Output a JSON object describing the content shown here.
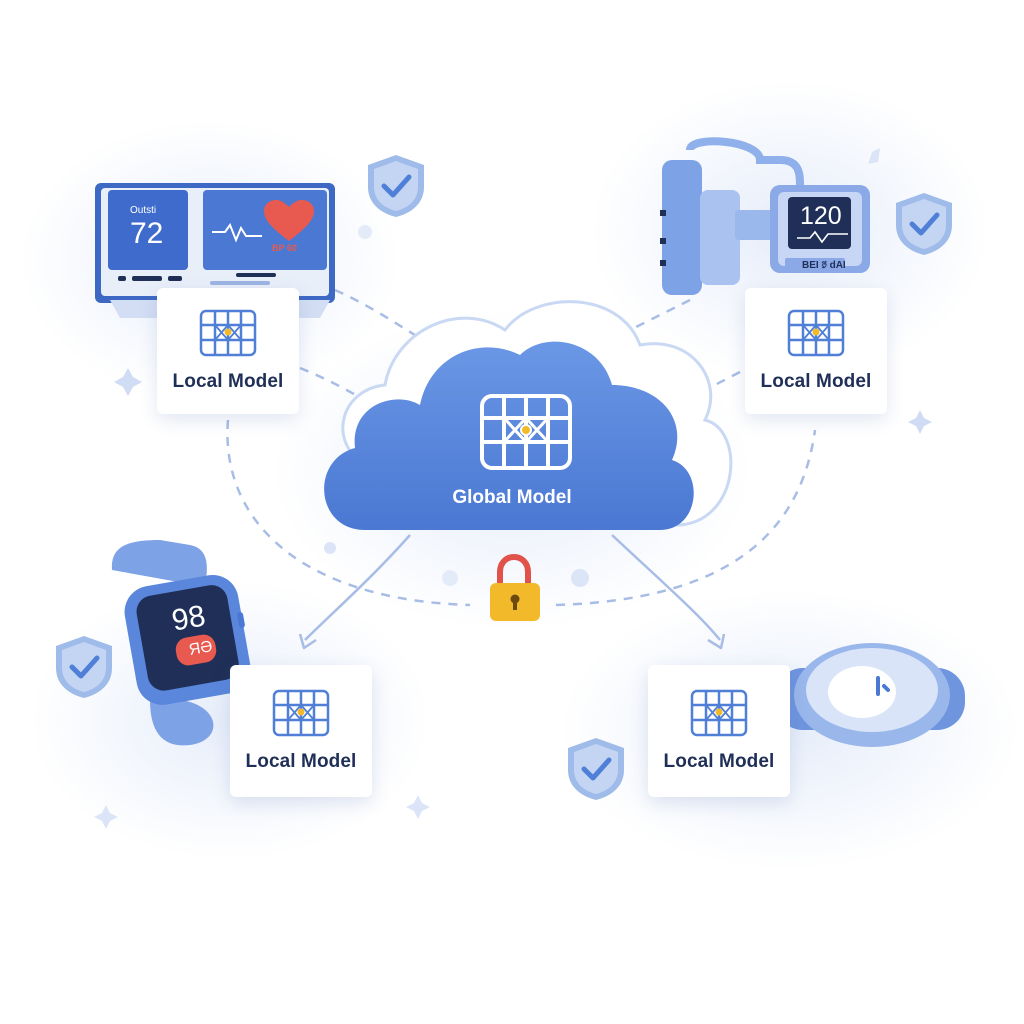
{
  "global": {
    "label": "Global Model"
  },
  "clients": [
    {
      "id": "monitor",
      "label": "Local Model",
      "device": "desktop-patient-monitor",
      "reading": "72",
      "reading_sub": "Outsti"
    },
    {
      "id": "bp",
      "label": "Local Model",
      "device": "blood-pressure-monitor",
      "reading": "120"
    },
    {
      "id": "watch",
      "label": "Local Model",
      "device": "smartwatch",
      "reading": "98",
      "reading_sub": "ЯӘ"
    },
    {
      "id": "band",
      "label": "Local Model",
      "device": "wearable-band"
    }
  ],
  "icons": {
    "network": "neural-network-icon",
    "shield": "shield-check-icon",
    "lock": "padlock-icon",
    "heart": "heart-icon"
  },
  "colors": {
    "primary": "#4f7fd6",
    "cloud": "#5a87dc",
    "light": "#dce6f8",
    "dark_text": "#1f2f57",
    "heart": "#e85a4f",
    "lock": "#f2b92a"
  }
}
